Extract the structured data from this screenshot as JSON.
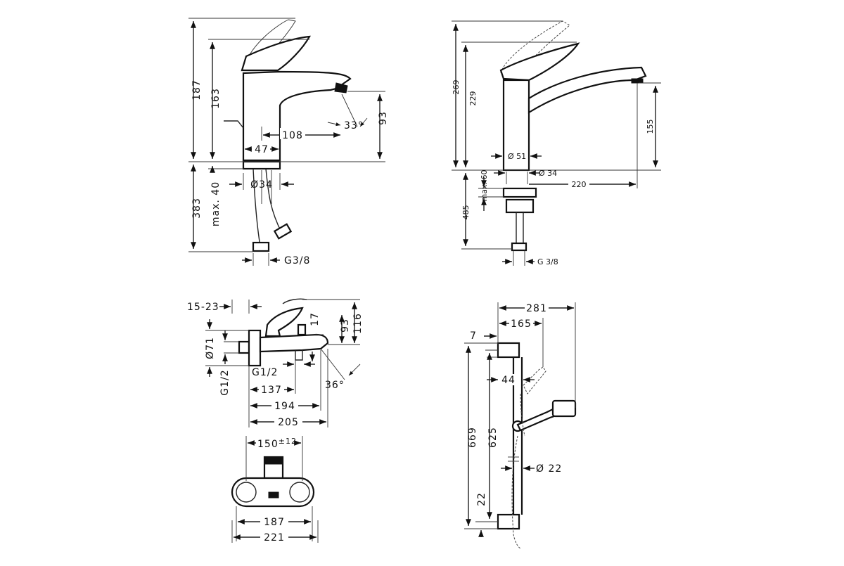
{
  "basin_mixer": {
    "h_total": "187",
    "h_handle": "163",
    "h_spout": "93",
    "spout_reach": "108",
    "body_width": "47",
    "spout_angle": "33°",
    "hole_diam": "Ø34",
    "below_total": "383",
    "max_thickness": "max. 40",
    "thread": "G3/8"
  },
  "kitchen_mixer": {
    "h_total": "269",
    "h_lever": "229",
    "h_spout": "155",
    "body_diam": "Ø 51",
    "hole_diam": "Ø 34",
    "reach": "220",
    "max_thickness": "max. 60",
    "below_total": "485",
    "thread": "G 3/8"
  },
  "bath_mixer": {
    "offset": "15-23",
    "diam": "Ø71",
    "connection": "G1/2",
    "outlet": "G1/2",
    "d17": "17",
    "h93": "93",
    "h116": "116",
    "angle": "36°",
    "d137": "137",
    "d194": "194",
    "d205": "205"
  },
  "bath_front": {
    "centers": "150",
    "tolerance": "±12",
    "d187": "187",
    "d221": "221"
  },
  "shower_set": {
    "w281": "281",
    "w165": "165",
    "d7": "7",
    "d44": "44",
    "h669": "669",
    "h625": "625",
    "d22": "22",
    "rail_diam": "Ø 22"
  }
}
